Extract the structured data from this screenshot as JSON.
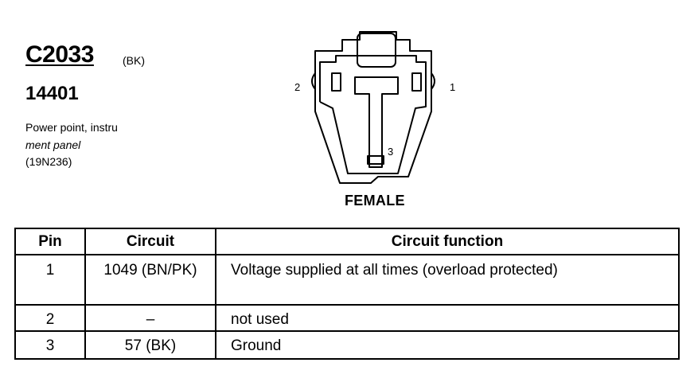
{
  "connector": {
    "id": "C2033",
    "color_code": "(BK)",
    "part_number": "14401",
    "description_line1": "Power point, instru",
    "description_line2": "ment panel",
    "description_line3": "(19N236)"
  },
  "diagram": {
    "pin_labels": [
      "2",
      "1",
      "3"
    ],
    "gender": "FEMALE"
  },
  "table": {
    "headers": [
      "Pin",
      "Circuit",
      "Circuit function"
    ],
    "rows": [
      {
        "pin": "1",
        "circuit": "1049 (BN/PK)",
        "function": "Voltage supplied at all times (overload protected)"
      },
      {
        "pin": "2",
        "circuit": "–",
        "function": "not used"
      },
      {
        "pin": "3",
        "circuit": "57 (BK)",
        "function": "Ground"
      }
    ]
  }
}
